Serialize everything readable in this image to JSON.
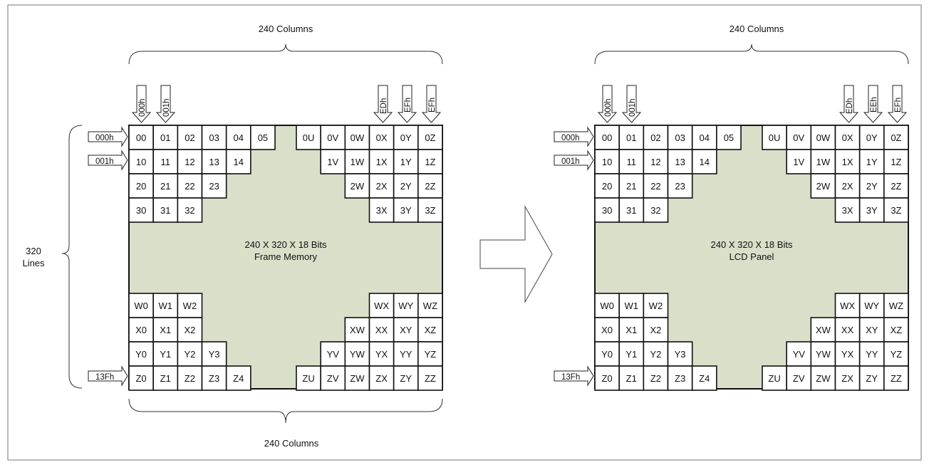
{
  "colors": {
    "panel_fill": "#d9dfc9",
    "line": "#111111",
    "frame": "#666666",
    "cell_fill": "#ffffff"
  },
  "left_panel": {
    "top_label": "240 Columns",
    "bottom_label": "240  Columns",
    "side_label_line1": "320",
    "side_label_line2": "Lines",
    "center_line1": "240 X 320 X 18 Bits",
    "center_line2": "Frame Memory",
    "col_pointers": {
      "left": [
        "000h",
        "001h"
      ],
      "right": [
        "EDh",
        "EFh",
        "EFh"
      ]
    },
    "row_pointers": {
      "top": [
        "000h",
        "001h"
      ],
      "bottom": "13Fh"
    }
  },
  "right_panel": {
    "top_label": "240 Columns",
    "center_line1": "240 X 320 X 18 Bits",
    "center_line2": "LCD Panel",
    "col_pointers": {
      "left": [
        "000h",
        "001h"
      ],
      "right": [
        "EDh",
        "EEh",
        "EFh"
      ]
    },
    "row_pointers": {
      "top": [
        "000h",
        "001h"
      ],
      "bottom": "13Fh"
    }
  },
  "cells": {
    "top_rows": [
      {
        "left": [
          "00",
          "01",
          "02",
          "03",
          "04",
          "05"
        ],
        "right": [
          "0U",
          "0V",
          "0W",
          "0X",
          "0Y",
          "0Z"
        ]
      },
      {
        "left": [
          "10",
          "11",
          "12",
          "13",
          "14"
        ],
        "right": [
          "1V",
          "1W",
          "1X",
          "1Y",
          "1Z"
        ]
      },
      {
        "left": [
          "20",
          "21",
          "22",
          "23"
        ],
        "right": [
          "2W",
          "2X",
          "2Y",
          "2Z"
        ]
      },
      {
        "left": [
          "30",
          "31",
          "32"
        ],
        "right": [
          "3X",
          "3Y",
          "3Z"
        ]
      }
    ],
    "bottom_rows": [
      {
        "left": [
          "W0",
          "W1",
          "W2"
        ],
        "right": [
          "WX",
          "WY",
          "WZ"
        ]
      },
      {
        "left": [
          "X0",
          "X1",
          "X2"
        ],
        "right": [
          "XW",
          "XX",
          "XY",
          "XZ"
        ]
      },
      {
        "left": [
          "Y0",
          "Y1",
          "Y2",
          "Y3"
        ],
        "right": [
          "YV",
          "YW",
          "YX",
          "YY",
          "YZ"
        ]
      },
      {
        "left": [
          "Z0",
          "Z1",
          "Z2",
          "Z3",
          "Z4"
        ],
        "right": [
          "ZU",
          "ZV",
          "ZW",
          "ZX",
          "ZY",
          "ZZ"
        ]
      }
    ]
  }
}
